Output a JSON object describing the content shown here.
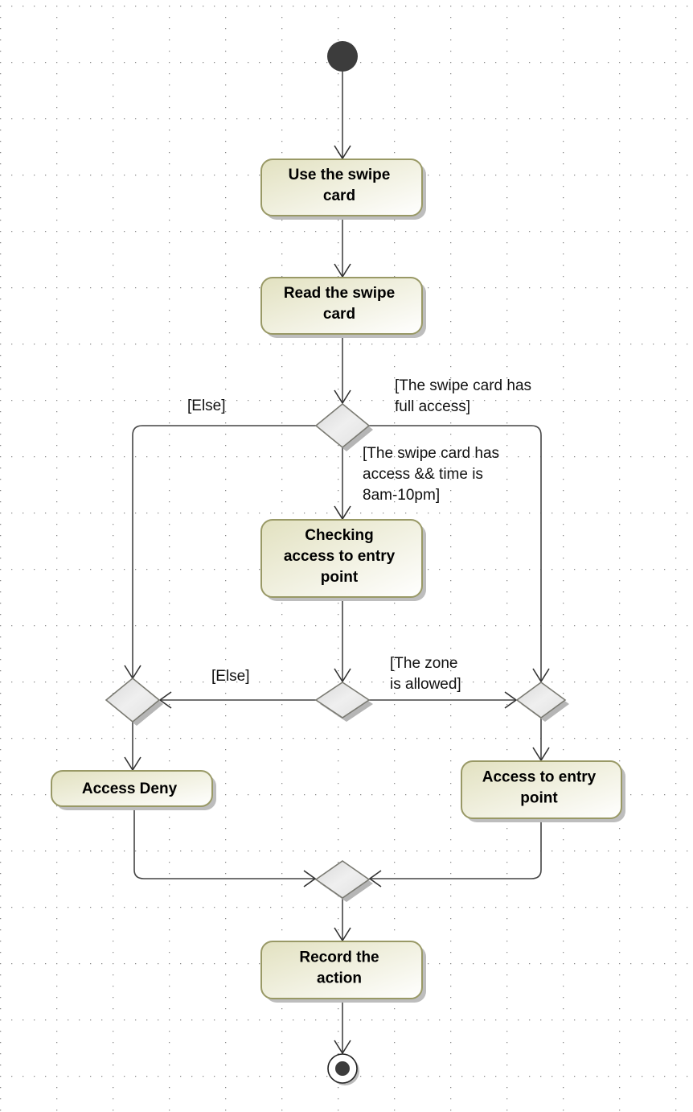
{
  "diagram": {
    "type": "UML activity diagram",
    "colors": {
      "action_fill_start": "#e4e3c4",
      "action_fill_end": "#fdfdf8",
      "action_border": "#999966",
      "decision_fill": "#e6e6e6",
      "edge": "#444444",
      "grid_dot": "#8a8a8a",
      "initial_node": "#3c3c3c"
    },
    "nodes": {
      "initial": {
        "kind": "initial"
      },
      "use_card": {
        "kind": "action",
        "lines": [
          "Use the swipe",
          "card"
        ]
      },
      "read_card": {
        "kind": "action",
        "lines": [
          "Read the swipe",
          "card"
        ]
      },
      "decision_access": {
        "kind": "decision"
      },
      "checking": {
        "kind": "action",
        "lines": [
          "Checking",
          "access to entry",
          "point"
        ]
      },
      "merge_deny": {
        "kind": "merge"
      },
      "decision_zone": {
        "kind": "decision"
      },
      "merge_allow": {
        "kind": "merge"
      },
      "access_deny": {
        "kind": "action",
        "lines": [
          "Access Deny"
        ]
      },
      "access_entry": {
        "kind": "action",
        "lines": [
          "Access to entry",
          "point"
        ]
      },
      "merge_final": {
        "kind": "merge"
      },
      "record": {
        "kind": "action",
        "lines": [
          "Record the",
          "action"
        ]
      },
      "final": {
        "kind": "final"
      }
    },
    "guards": {
      "else_top": [
        "[Else]"
      ],
      "full_access": [
        "[The swipe card has",
        "full access]"
      ],
      "access_time": [
        "[The swipe card has",
        "access && time is",
        "8am-10pm]"
      ],
      "else_zone": [
        "[Else]"
      ],
      "zone_allowed": [
        "[The zone",
        "is allowed]"
      ]
    }
  }
}
